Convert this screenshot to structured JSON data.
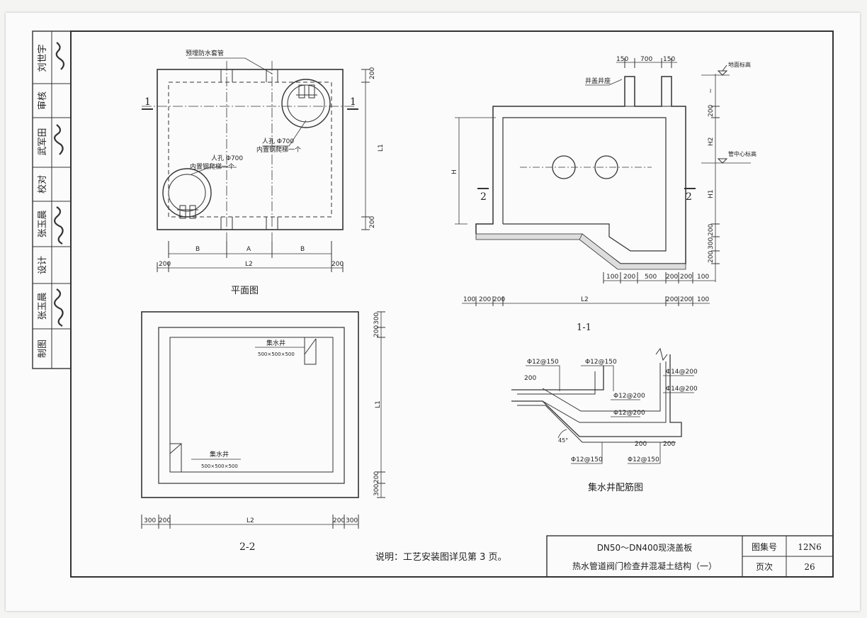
{
  "side_strip": {
    "rows": [
      {
        "role": "审核",
        "name": "刘世宇"
      },
      {
        "role": "校对",
        "name": "武军田"
      },
      {
        "role": "设计",
        "name": "张玉晨"
      },
      {
        "role": "制图",
        "name": "张玉晨"
      }
    ]
  },
  "plan": {
    "title": "平面图",
    "section_mark": "1",
    "label_pipe": "预埋防水套管",
    "label_manhole_a": "人孔 Φ700",
    "label_ladder_a": "内置钢爬梯一个",
    "label_manhole_b": "人孔 Φ700",
    "label_ladder_b": "内置钢爬梯一个",
    "dim_top": "200",
    "dim_L1": "L1",
    "dim_bottom": "200",
    "dim_B1": "B",
    "dim_A": "A",
    "dim_B2": "B",
    "dim_left": "200",
    "dim_L2": "L2",
    "dim_right": "200"
  },
  "section11": {
    "title": "1-1",
    "section_mark": "2",
    "label_wellcover": "井盖井座",
    "label_ground": "地面标高",
    "label_pipecenter": "管中心标高",
    "dim_top_150a": "150",
    "dim_top_700": "700",
    "dim_top_150b": "150",
    "dim_H": "H",
    "dim_r_hh": "~",
    "dim_r_200": "200",
    "dim_r_H2": "H2",
    "dim_r_H1": "H1",
    "dim_r_200b": "200",
    "dim_r_300": "300",
    "dim_r_200c": "200",
    "dim_b1": [
      "100",
      "200",
      "500",
      "200",
      "200",
      "100"
    ],
    "dim_b2": [
      "100",
      "200",
      "200",
      "L2",
      "200",
      "200",
      "100"
    ]
  },
  "section22": {
    "title": "2-2",
    "label_sump_top": "集水井",
    "label_sump_top_size": "500×500×500",
    "label_sump_bot": "集水井",
    "label_sump_bot_size": "500×500×500",
    "dim_r": [
      "300",
      "200",
      "L1",
      "200",
      "300"
    ],
    "dim_b": [
      "300",
      "200",
      "L2",
      "200",
      "300"
    ]
  },
  "rebar": {
    "title": "集水井配筋图",
    "labels": [
      "Φ12@150",
      "Φ12@150",
      "Φ14@200",
      "Φ14@200",
      "Φ12@200",
      "Φ12@200",
      "Φ12@150",
      "Φ12@150"
    ],
    "dims": [
      "200",
      "200",
      "200",
      "45°"
    ]
  },
  "note": "说明：工艺安装图详见第 3 页。",
  "title_block": {
    "title_line1": "DN50～DN400现浇盖板",
    "title_line2": "热水管道阀门检查井混凝土结构（一）",
    "atlas_label": "图集号",
    "atlas_value": "12N6",
    "page_label": "页次",
    "page_value": "26"
  }
}
